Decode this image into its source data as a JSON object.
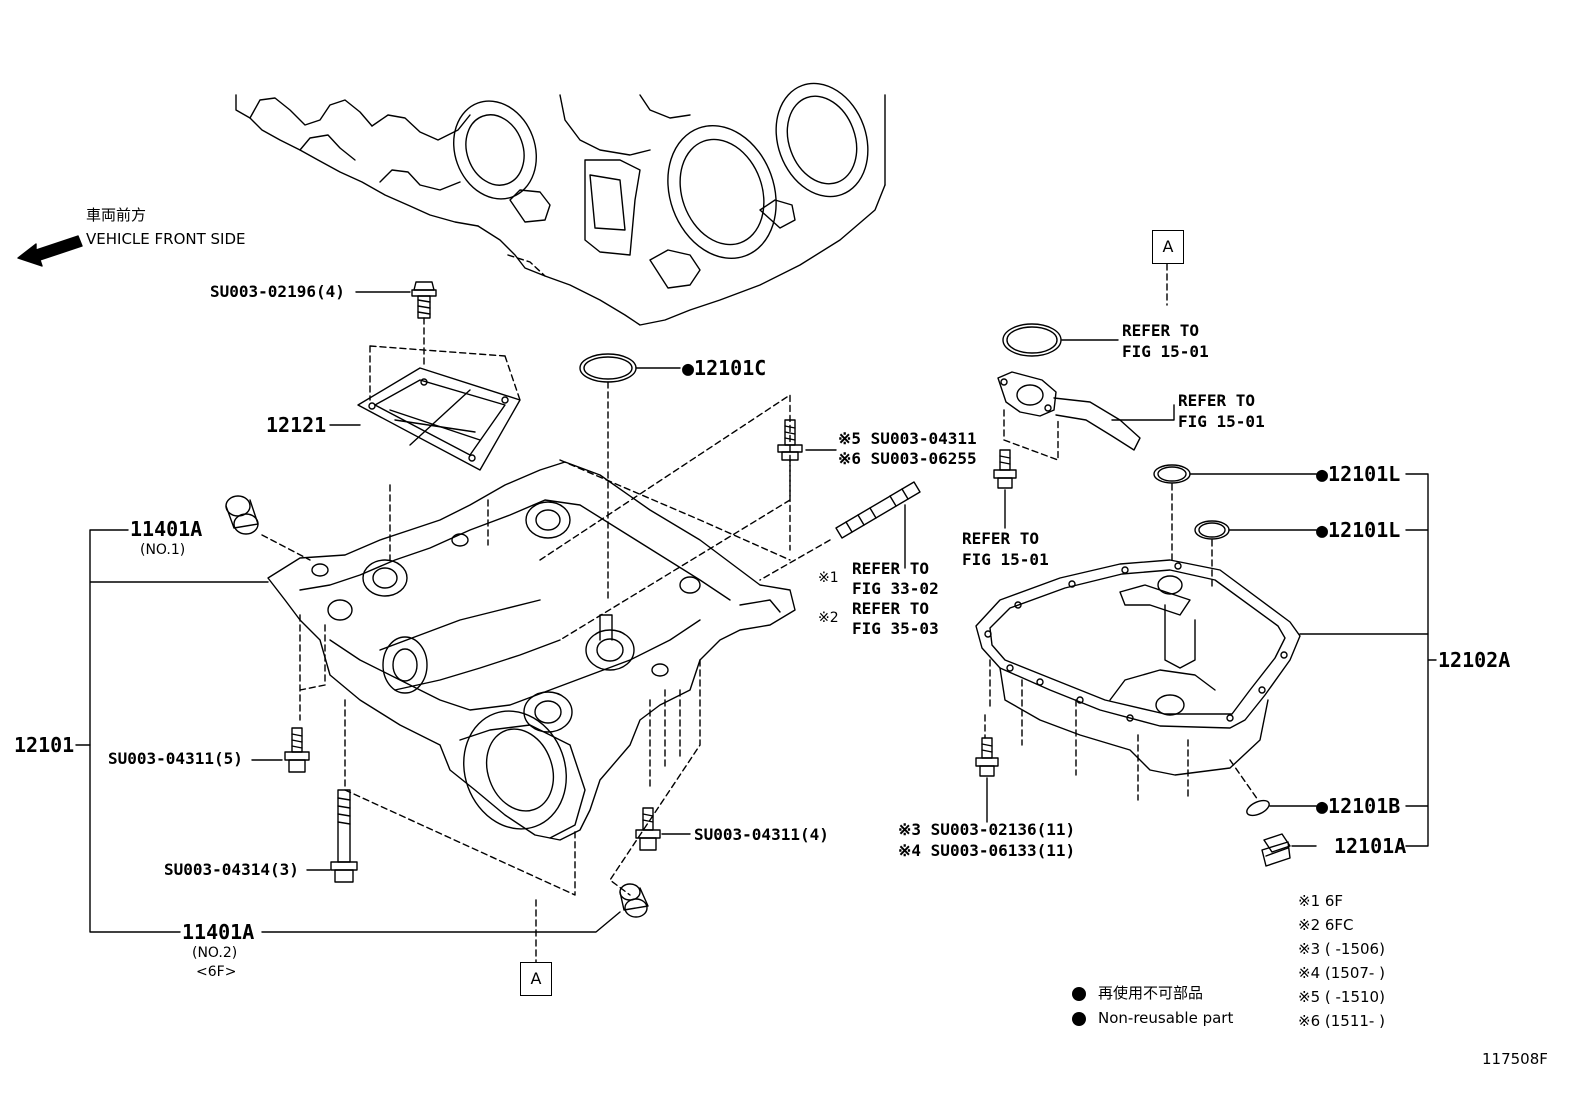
{
  "direction": {
    "label_jp": "車両前方",
    "label_en": "VEHICLE FRONT SIDE"
  },
  "parts": {
    "bolt_top": "SU003-02196(4)",
    "plate": "12121",
    "gasket_c": "●12101C",
    "plug_a1": "11401A",
    "plug_a1_note": "(NO.1)",
    "pan_upper": "12101",
    "bolt_left": "SU003-04311(5)",
    "bolt_lower_left": "SU003-04314(3)",
    "bolt_lower_mid": "SU003-04311(4)",
    "plug_a2": "11401A",
    "plug_a2_note": "(NO.2)",
    "plug_a2_variant": "<6F>",
    "bolt_right_top_1": "※5 SU003-04311",
    "bolt_right_top_2": "※6 SU003-06255",
    "ref_1_mark": "※1",
    "ref_1_line1": "REFER TO",
    "ref_1_line2": "FIG 33-02",
    "ref_2_mark": "※2",
    "ref_2_line1": "REFER TO",
    "ref_2_line2": "FIG 35-03",
    "ref_o_line1": "REFER TO",
    "ref_o_line2": "FIG 15-01",
    "ref_pipe_line1": "REFER TO",
    "ref_pipe_line2": "FIG 15-01",
    "ref_bolt_line1": "REFER TO",
    "ref_bolt_line2": "FIG 15-01",
    "gasket_l1": "●12101L",
    "gasket_l2": "●12101L",
    "pan_lower": "12102A",
    "gasket_b": "●12101B",
    "drain_plug": "12101A",
    "bolt_pan_1": "※3 SU003-02136(11)",
    "bolt_pan_2": "※4 SU003-06133(11)",
    "ref_box_top": "A",
    "ref_box_bottom": "A"
  },
  "notes": [
    "※1 6F",
    "※2 6FC",
    "※3 (      -1506)",
    "※4 (1507-      )",
    "※5 (      -1510)",
    "※6 (1511-      )"
  ],
  "legend": {
    "jp": "再使用不可部品",
    "en": "Non-reusable part"
  },
  "figure_id": "117508F"
}
